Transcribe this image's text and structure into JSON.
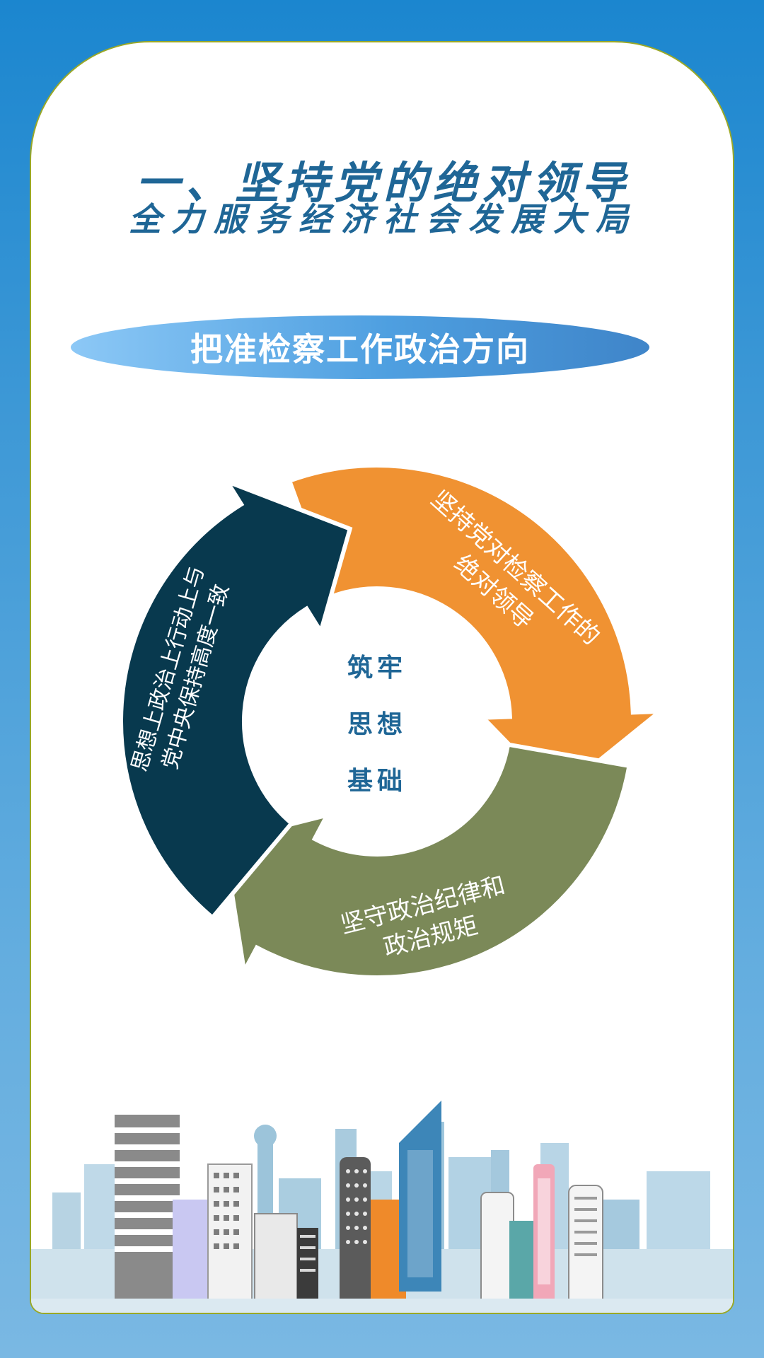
{
  "header": {
    "title": "一、坚持党的绝对领导",
    "subtitle": "全力服务经济社会发展大局"
  },
  "banner": {
    "label": "把准检察工作政治方向"
  },
  "cycle": {
    "segments": [
      {
        "id": "orange",
        "lines": [
          "坚持党对检察工作的",
          "绝对领导"
        ],
        "color": "#f09232"
      },
      {
        "id": "green",
        "lines": [
          "坚守政治纪律和",
          "政治规矩"
        ],
        "color": "#7b8958"
      },
      {
        "id": "navy",
        "lines": [
          "思想上政治上行动上与",
          "党中央保持高度一致"
        ],
        "color": "#08394e"
      }
    ],
    "center": [
      "筑牢",
      "思想",
      "基础"
    ]
  },
  "colors": {
    "background_top": "#1b86cf",
    "background_bottom": "#7ab8e3",
    "title": "#1f6696",
    "card_border": "#9aa826"
  }
}
